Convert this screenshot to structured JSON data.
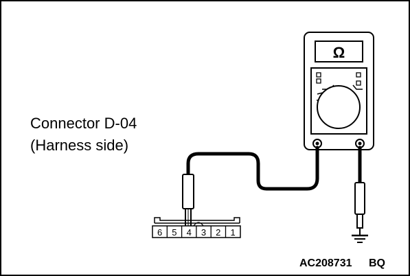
{
  "diagram": {
    "connector_label": "Connector D-04",
    "connector_side": "(Harness side)",
    "meter_unit_symbol": "Ω",
    "pins": [
      "6",
      "5",
      "4",
      "3",
      "2",
      "1"
    ],
    "reference_code": "AC208731",
    "reference_suffix": "BQ"
  }
}
